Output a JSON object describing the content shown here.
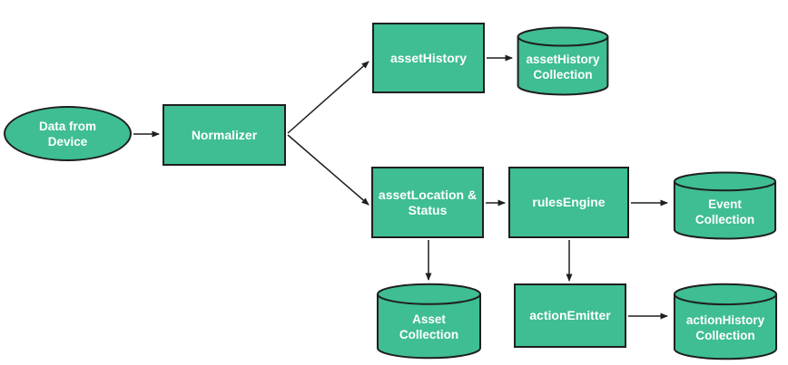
{
  "colors": {
    "fill": "#3ebe92",
    "stroke": "#1f1f1f",
    "arrow": "#1f1f1f",
    "text": "#ffffff",
    "background": "#ffffff"
  },
  "nodes": {
    "data_from_device": {
      "label": "Data from\nDevice",
      "shape": "ellipse"
    },
    "normalizer": {
      "label": "Normalizer",
      "shape": "rectangle"
    },
    "asset_history": {
      "label": "assetHistory",
      "shape": "rectangle"
    },
    "asset_history_collection": {
      "label": "assetHistory\nCollection",
      "shape": "cylinder"
    },
    "asset_location_status": {
      "label": "assetLocation &\nStatus",
      "shape": "rectangle"
    },
    "rules_engine": {
      "label": "rulesEngine",
      "shape": "rectangle"
    },
    "event_collection": {
      "label": "Event\nCollection",
      "shape": "cylinder"
    },
    "asset_collection": {
      "label": "Asset\nCollection",
      "shape": "cylinder"
    },
    "action_emitter": {
      "label": "actionEmitter",
      "shape": "rectangle"
    },
    "action_history_collection": {
      "label": "actionHistory\nCollection",
      "shape": "cylinder"
    }
  },
  "edges": [
    {
      "from": "data_from_device",
      "to": "normalizer"
    },
    {
      "from": "normalizer",
      "to": "asset_history"
    },
    {
      "from": "normalizer",
      "to": "asset_location_status"
    },
    {
      "from": "asset_history",
      "to": "asset_history_collection"
    },
    {
      "from": "asset_location_status",
      "to": "rules_engine"
    },
    {
      "from": "rules_engine",
      "to": "event_collection"
    },
    {
      "from": "asset_location_status",
      "to": "asset_collection"
    },
    {
      "from": "rules_engine",
      "to": "action_emitter"
    },
    {
      "from": "action_emitter",
      "to": "action_history_collection"
    }
  ]
}
